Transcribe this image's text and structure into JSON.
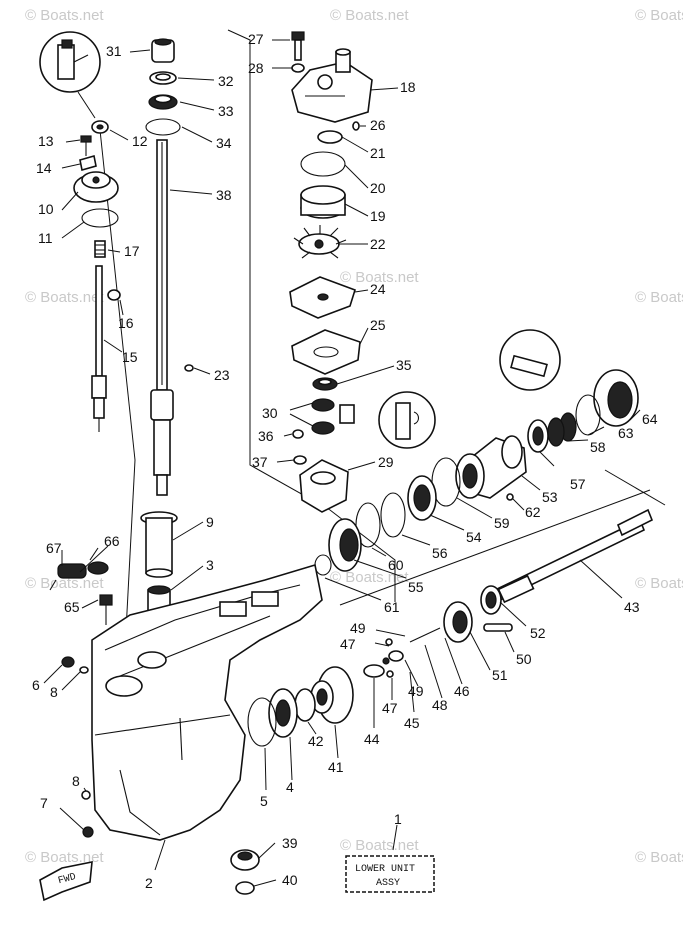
{
  "watermark": "© Boats.net",
  "callouts": [
    {
      "id": "31",
      "text": "31"
    },
    {
      "id": "32",
      "text": "32"
    },
    {
      "id": "33",
      "text": "33"
    },
    {
      "id": "34",
      "text": "34"
    },
    {
      "id": "38",
      "text": "38"
    },
    {
      "id": "12",
      "text": "12"
    },
    {
      "id": "13",
      "text": "13"
    },
    {
      "id": "14",
      "text": "14"
    },
    {
      "id": "10",
      "text": "10"
    },
    {
      "id": "11",
      "text": "11"
    },
    {
      "id": "17",
      "text": "17"
    },
    {
      "id": "16",
      "text": "16"
    },
    {
      "id": "15",
      "text": "15"
    },
    {
      "id": "23",
      "text": "23"
    },
    {
      "id": "27",
      "text": "27"
    },
    {
      "id": "28",
      "text": "28"
    },
    {
      "id": "18",
      "text": "18"
    },
    {
      "id": "26",
      "text": "26"
    },
    {
      "id": "21",
      "text": "21"
    },
    {
      "id": "20",
      "text": "20"
    },
    {
      "id": "19",
      "text": "19"
    },
    {
      "id": "22",
      "text": "22"
    },
    {
      "id": "24",
      "text": "24"
    },
    {
      "id": "25",
      "text": "25"
    },
    {
      "id": "35",
      "text": "35"
    },
    {
      "id": "30",
      "text": "30"
    },
    {
      "id": "36",
      "text": "36"
    },
    {
      "id": "37",
      "text": "37"
    },
    {
      "id": "29",
      "text": "29"
    },
    {
      "id": "9",
      "text": "9"
    },
    {
      "id": "3",
      "text": "3"
    },
    {
      "id": "66",
      "text": "66"
    },
    {
      "id": "67",
      "text": "67"
    },
    {
      "id": "65",
      "text": "65"
    },
    {
      "id": "6",
      "text": "6"
    },
    {
      "id": "8a",
      "text": "8"
    },
    {
      "id": "8b",
      "text": "8"
    },
    {
      "id": "7",
      "text": "7"
    },
    {
      "id": "2",
      "text": "2"
    },
    {
      "id": "5",
      "text": "5"
    },
    {
      "id": "4",
      "text": "4"
    },
    {
      "id": "42",
      "text": "42"
    },
    {
      "id": "41",
      "text": "41"
    },
    {
      "id": "44",
      "text": "44"
    },
    {
      "id": "45",
      "text": "45"
    },
    {
      "id": "47a",
      "text": "47"
    },
    {
      "id": "47b",
      "text": "47"
    },
    {
      "id": "49a",
      "text": "49"
    },
    {
      "id": "49b",
      "text": "49"
    },
    {
      "id": "48",
      "text": "48"
    },
    {
      "id": "46",
      "text": "46"
    },
    {
      "id": "51",
      "text": "51"
    },
    {
      "id": "50",
      "text": "50"
    },
    {
      "id": "52",
      "text": "52"
    },
    {
      "id": "43",
      "text": "43"
    },
    {
      "id": "61",
      "text": "61"
    },
    {
      "id": "55",
      "text": "55"
    },
    {
      "id": "60",
      "text": "60"
    },
    {
      "id": "56",
      "text": "56"
    },
    {
      "id": "54",
      "text": "54"
    },
    {
      "id": "59",
      "text": "59"
    },
    {
      "id": "62",
      "text": "62"
    },
    {
      "id": "53",
      "text": "53"
    },
    {
      "id": "57",
      "text": "57"
    },
    {
      "id": "58",
      "text": "58"
    },
    {
      "id": "63",
      "text": "63"
    },
    {
      "id": "64",
      "text": "64"
    },
    {
      "id": "39",
      "text": "39"
    },
    {
      "id": "40",
      "text": "40"
    },
    {
      "id": "1",
      "text": "1"
    }
  ],
  "assy_box": {
    "line1": "LOWER UNIT",
    "line2": "ASSY"
  },
  "fwd_arrow": "FWD",
  "icons": [
    "grease-gun-icon",
    "loctite-icon",
    "sealant-icon"
  ]
}
